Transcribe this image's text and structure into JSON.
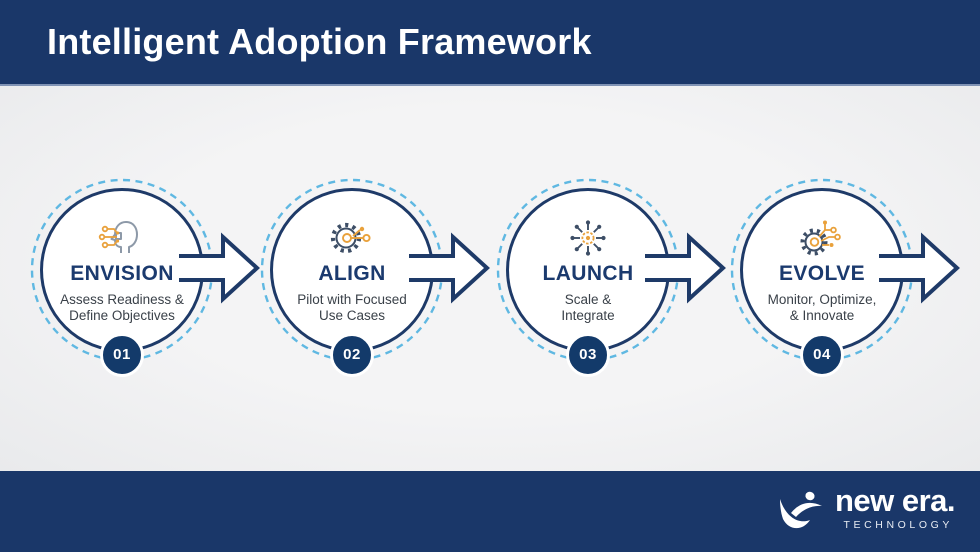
{
  "header": {
    "title": "Intelligent Adoption Framework"
  },
  "steps": [
    {
      "number": "01",
      "title": "ENVISION",
      "description": "Assess Readiness &\nDefine Objectives",
      "icon": "ai-head-icon"
    },
    {
      "number": "02",
      "title": "ALIGN",
      "description": "Pilot with Focused\nUse Cases",
      "icon": "gear-circuit-icon"
    },
    {
      "number": "03",
      "title": "LAUNCH",
      "description": "Scale &\nIntegrate",
      "icon": "hub-network-icon"
    },
    {
      "number": "04",
      "title": "EVOLVE",
      "description": "Monitor, Optimize,\n& Innovate",
      "icon": "gear-innovation-icon"
    }
  ],
  "footer": {
    "brand_name": "new era.",
    "brand_tagline": "TECHNOLOGY"
  },
  "colors": {
    "header_navy": "#1a3769",
    "circle_border_navy": "#1e3a68",
    "badge_navy": "#133a6a",
    "title_navy": "#1b3a6e",
    "dashed_ring_blue": "#5fb8e2",
    "accent_orange": "#e9a13b",
    "description_text": "#3a4149",
    "canvas_gray": "#f1f1f2"
  }
}
